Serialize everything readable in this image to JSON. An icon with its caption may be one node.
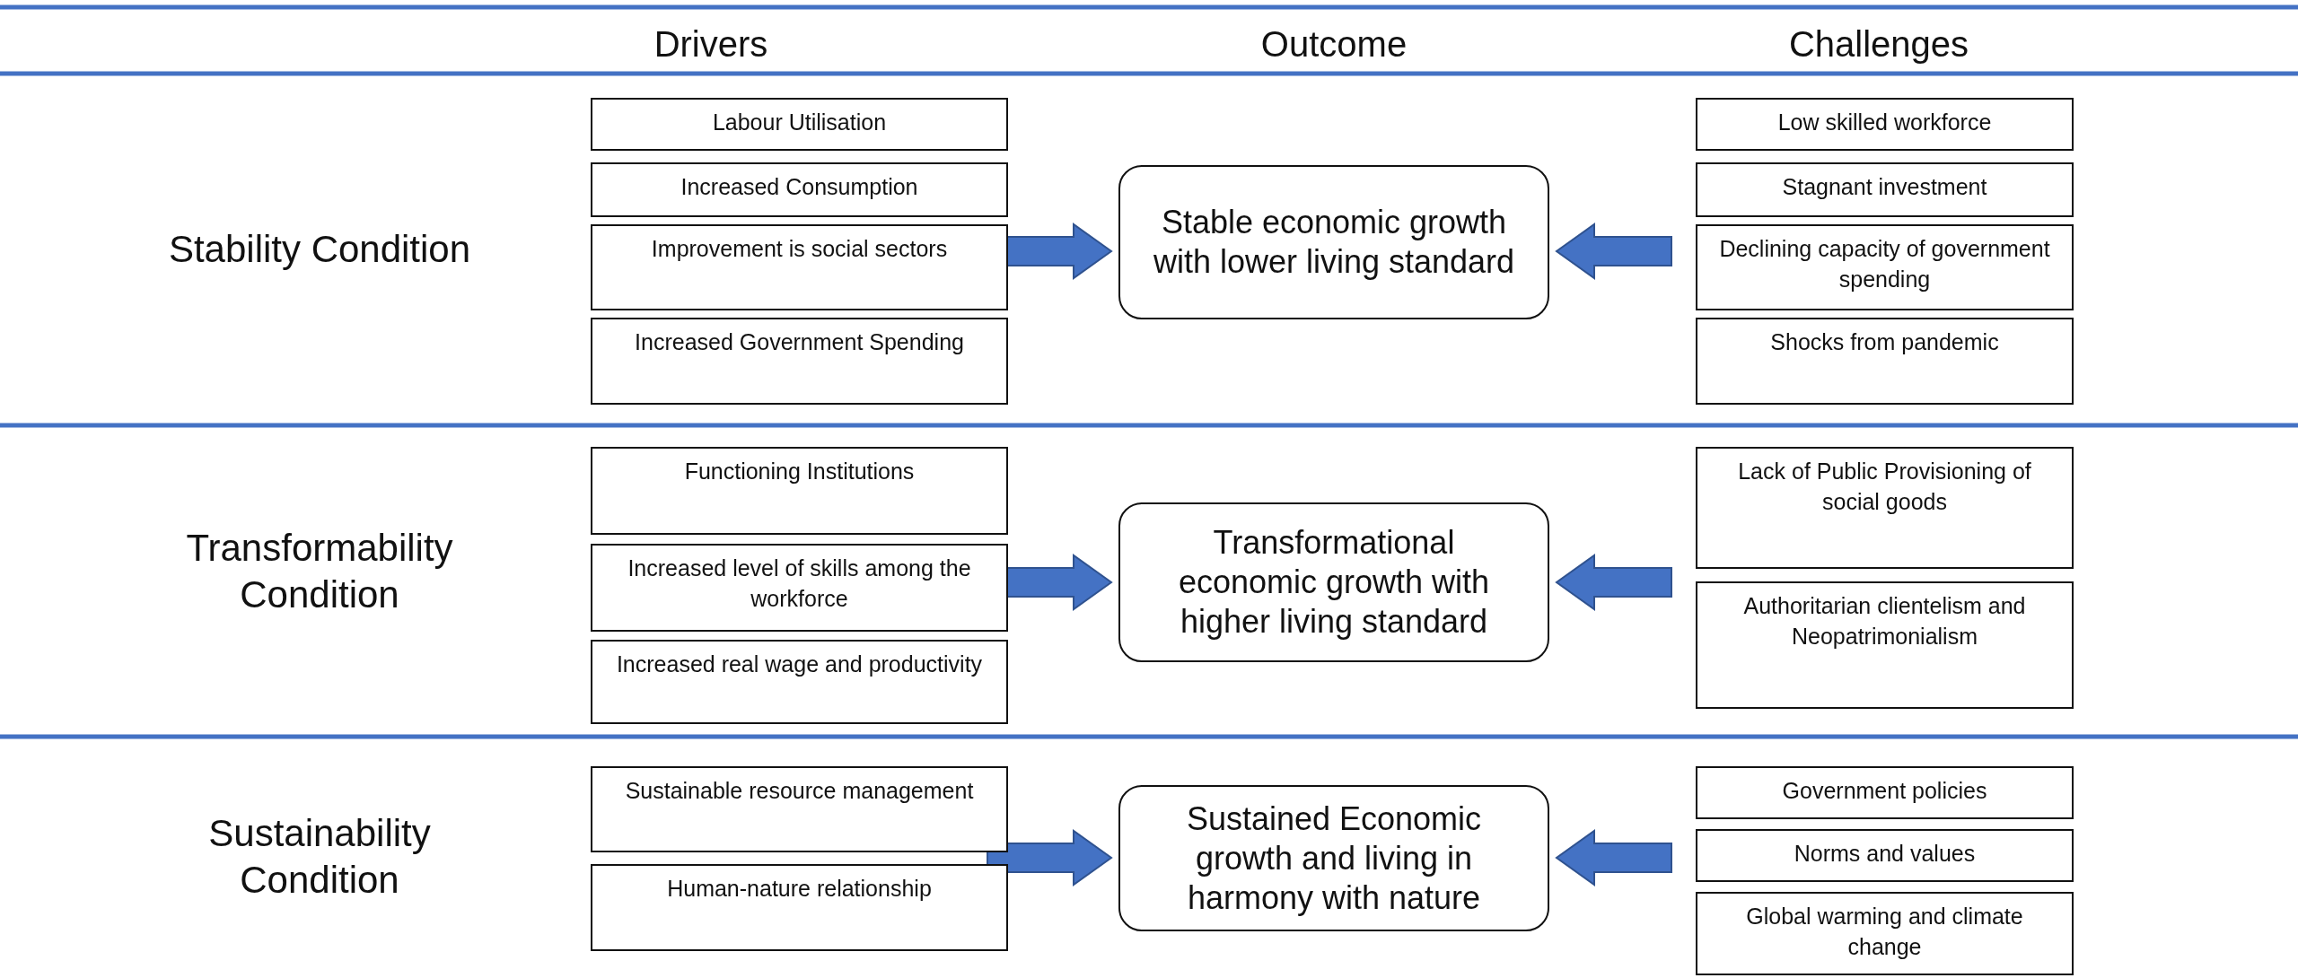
{
  "diagram": {
    "nodes": [
      {
        "text": [
          "Labour Utilisation"
        ]
      },
      {
        "text": [
          "Increased Consumption"
        ]
      },
      {
        "text": [
          "Improvement is social sectors"
        ]
      },
      {
        "text": [
          "Increased Government Spending"
        ]
      },
      {
        "text": [
          "Stable economic growth with lower living standard"
        ]
      },
      {
        "text": [
          "Low skilled workforce"
        ]
      },
      {
        "text": [
          "Stagnant investment"
        ]
      },
      {
        "text": [
          "Declining capacity of government spending"
        ]
      },
      {
        "text": [
          "Shocks from pandemic"
        ]
      },
      {
        "text": [
          "Functioning Institutions"
        ]
      },
      {
        "text": [
          "Increased level of skills among the workforce"
        ]
      },
      {
        "text": [
          "Increased real wage and productivity"
        ]
      },
      {
        "text": [
          "Transformational economic growth with higher living standard"
        ]
      },
      {
        "text": [
          "Lack of Public Provisioning of social goods"
        ]
      },
      {
        "text": [
          "Authoritarian clientelism and Neopatrimonialism"
        ]
      },
      {
        "text": [
          "Sustainable resource management"
        ]
      },
      {
        "text": [
          "Human-nature relationship"
        ]
      },
      {
        "text": [
          "Sustained Economic growth and living in harmony with nature"
        ]
      },
      {
        "text": [
          "Government policies"
        ]
      },
      {
        "text": [
          "Norms and values"
        ]
      },
      {
        "text": [
          "Global warming and climate change"
        ]
      }
    ],
    "edges": [
      {
        "from": null,
        "to": 4,
        "arrow": "to"
      },
      {
        "from": null,
        "to": 4,
        "arrow": "to"
      },
      {
        "from": null,
        "to": 12,
        "arrow": "to"
      },
      {
        "from": null,
        "to": 12,
        "arrow": "to"
      },
      {
        "from": null,
        "to": 17,
        "arrow": "to"
      },
      {
        "from": null,
        "to": 17,
        "arrow": "to"
      }
    ],
    "labels": [
      "Drivers",
      "Outcome",
      "Challenges",
      "Stability Condition",
      "Transformability Condition",
      "Sustainability Condition"
    ]
  }
}
